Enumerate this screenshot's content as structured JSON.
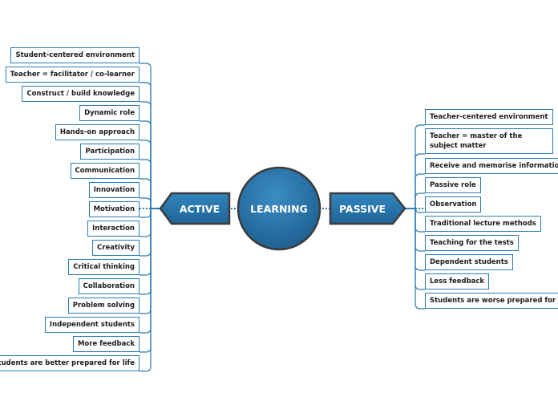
{
  "center": {
    "label": "LEARNING"
  },
  "active": {
    "label": "ACTIVE",
    "items": [
      "Student-centered environment",
      "Teacher = facilitator / co-learner",
      "Construct / build knowledge",
      "Dynamic role",
      "Hands-on approach",
      "Participation",
      "Communication",
      "Innovation",
      "Motivation",
      "Interaction",
      "Creativity",
      "Critical thinking",
      "Collaboration",
      "Problem solving",
      "Independent students",
      "More feedback",
      "Students are better prepared for life"
    ]
  },
  "passive": {
    "label": "PASSIVE",
    "items": [
      "Teacher-centered environment",
      "Teacher = master of the subject matter",
      "Receive and memorise information",
      "Passive role",
      "Observation",
      "Traditional lecture methods",
      "Teaching for the tests",
      "Dependent students",
      "Less feedback",
      "Students are worse prepared for life"
    ]
  },
  "colors": {
    "node": "#2a77ad",
    "node_dark": "#1d5a86",
    "outline": "#3c3c3c",
    "line": "#2b7bb0"
  }
}
